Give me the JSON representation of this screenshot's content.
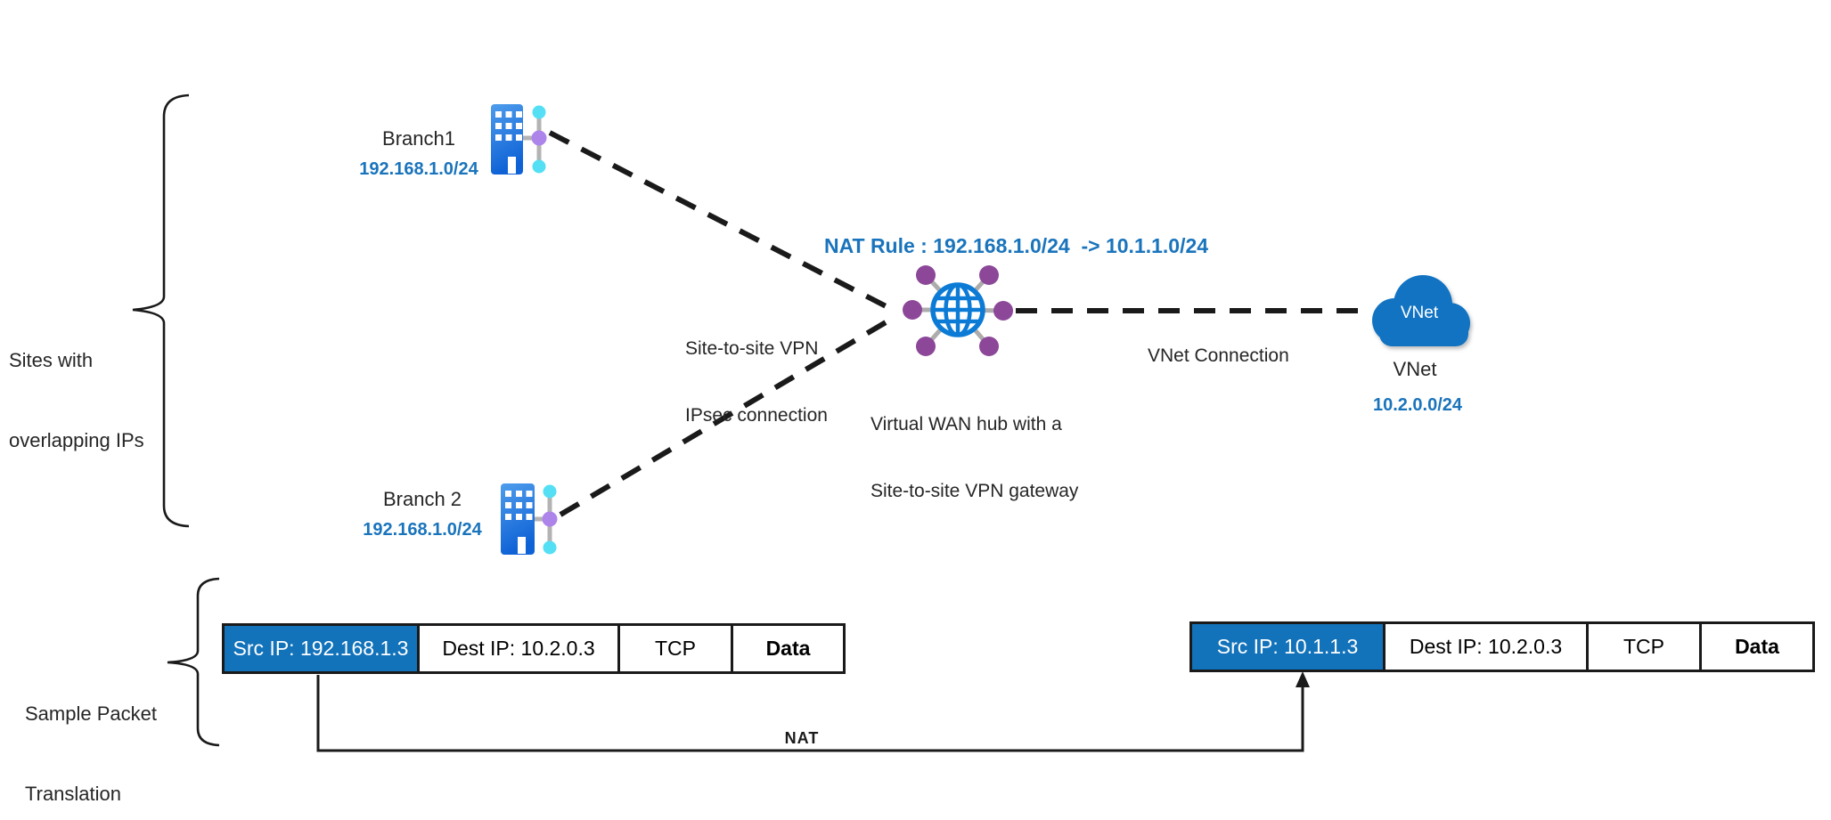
{
  "colors": {
    "accent_blue": "#1272BA",
    "text_blue": "#1A74BC",
    "globe_blue": "#0C7BD6",
    "cloud_blue": "#1173C2",
    "purple": "#8C4799",
    "lavender": "#AD84EA",
    "cyan": "#54DFF5",
    "spoke_gray": "#ACACAC",
    "ink": "#1A1A1A"
  },
  "annotations": {
    "sites": {
      "line1": "Sites with",
      "line2": "overlapping IPs"
    },
    "sample_packet": {
      "line1": "Sample Packet",
      "line2": "Translation"
    },
    "nat_label": "NAT"
  },
  "branch1": {
    "name": "Branch1",
    "cidr": "192.168.1.0/24"
  },
  "branch2": {
    "name": "Branch 2",
    "cidr": "192.168.1.0/24"
  },
  "hub": {
    "nat_rule": "NAT Rule : 192.168.1.0/24  -> 10.1.1.0/24",
    "label_line1": "Virtual WAN hub with a",
    "label_line2": "Site-to-site VPN gateway"
  },
  "connections": {
    "s2s_line1": "Site-to-site VPN",
    "s2s_line2": "IPsec connection",
    "vnet": "VNet Connection"
  },
  "vnet": {
    "cloud_label": "VNet",
    "name": "VNet",
    "cidr": "10.2.0.0/24"
  },
  "packets": {
    "before": {
      "cells": [
        {
          "label": "Src IP: 192.168.1.3",
          "highlight": true
        },
        {
          "label": "Dest IP: 10.2.0.3"
        },
        {
          "label": "TCP"
        },
        {
          "label": "Data"
        }
      ]
    },
    "after": {
      "cells": [
        {
          "label": "Src IP: 10.1.1.3",
          "highlight": true
        },
        {
          "label": "Dest IP: 10.2.0.3"
        },
        {
          "label": "TCP"
        },
        {
          "label": "Data"
        }
      ]
    }
  }
}
